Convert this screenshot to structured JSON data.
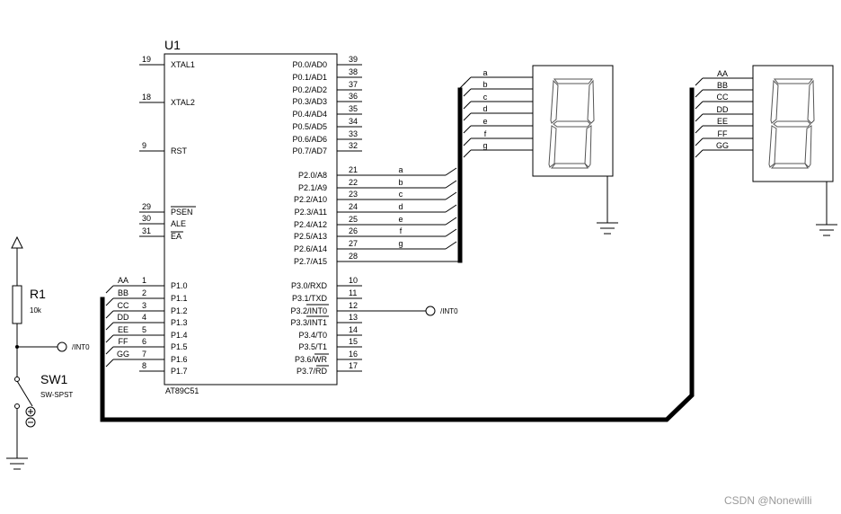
{
  "mcu": {
    "ref": "U1",
    "part": "AT89C51",
    "left_pins": [
      {
        "num": "19",
        "name": "XTAL1"
      },
      {
        "num": "18",
        "name": "XTAL2"
      },
      {
        "num": "9",
        "name": "RST"
      },
      {
        "num": "29",
        "name": "PSEN"
      },
      {
        "num": "30",
        "name": "ALE"
      },
      {
        "num": "31",
        "name": "EA"
      },
      {
        "num": "1",
        "name": "P1.0"
      },
      {
        "num": "2",
        "name": "P1.1"
      },
      {
        "num": "3",
        "name": "P1.2"
      },
      {
        "num": "4",
        "name": "P1.3"
      },
      {
        "num": "5",
        "name": "P1.4"
      },
      {
        "num": "6",
        "name": "P1.5"
      },
      {
        "num": "7",
        "name": "P1.6"
      },
      {
        "num": "8",
        "name": "P1.7"
      }
    ],
    "right_pins": [
      {
        "num": "39",
        "name": "P0.0/AD0"
      },
      {
        "num": "38",
        "name": "P0.1/AD1"
      },
      {
        "num": "37",
        "name": "P0.2/AD2"
      },
      {
        "num": "36",
        "name": "P0.3/AD3"
      },
      {
        "num": "35",
        "name": "P0.4/AD4"
      },
      {
        "num": "34",
        "name": "P0.5/AD5"
      },
      {
        "num": "33",
        "name": "P0.6/AD6"
      },
      {
        "num": "32",
        "name": "P0.7/AD7"
      },
      {
        "num": "21",
        "name": "P2.0/A8"
      },
      {
        "num": "22",
        "name": "P2.1/A9"
      },
      {
        "num": "23",
        "name": "P2.2/A10"
      },
      {
        "num": "24",
        "name": "P2.3/A11"
      },
      {
        "num": "25",
        "name": "P2.4/A12"
      },
      {
        "num": "26",
        "name": "P2.5/A13"
      },
      {
        "num": "27",
        "name": "P2.6/A14"
      },
      {
        "num": "28",
        "name": "P2.7/A15"
      },
      {
        "num": "10",
        "name": "P3.0/RXD"
      },
      {
        "num": "11",
        "name": "P3.1/TXD"
      },
      {
        "num": "12",
        "name": "P3.2/INT0"
      },
      {
        "num": "13",
        "name": "P3.3/INT1"
      },
      {
        "num": "14",
        "name": "P3.4/T0"
      },
      {
        "num": "15",
        "name": "P3.5/T1"
      },
      {
        "num": "16",
        "name": "P3.6/WR"
      },
      {
        "num": "17",
        "name": "P3.7/RD"
      }
    ]
  },
  "nets": {
    "port2": [
      "a",
      "b",
      "c",
      "d",
      "e",
      "f",
      "g"
    ],
    "port1": [
      "AA",
      "BB",
      "CC",
      "DD",
      "EE",
      "FF",
      "GG"
    ],
    "int_label": "/INT0"
  },
  "resistor": {
    "ref": "R1",
    "value": "10k"
  },
  "switch": {
    "ref": "SW1",
    "part": "SW-SPST"
  },
  "watermark": "CSDN @Nonewilli"
}
